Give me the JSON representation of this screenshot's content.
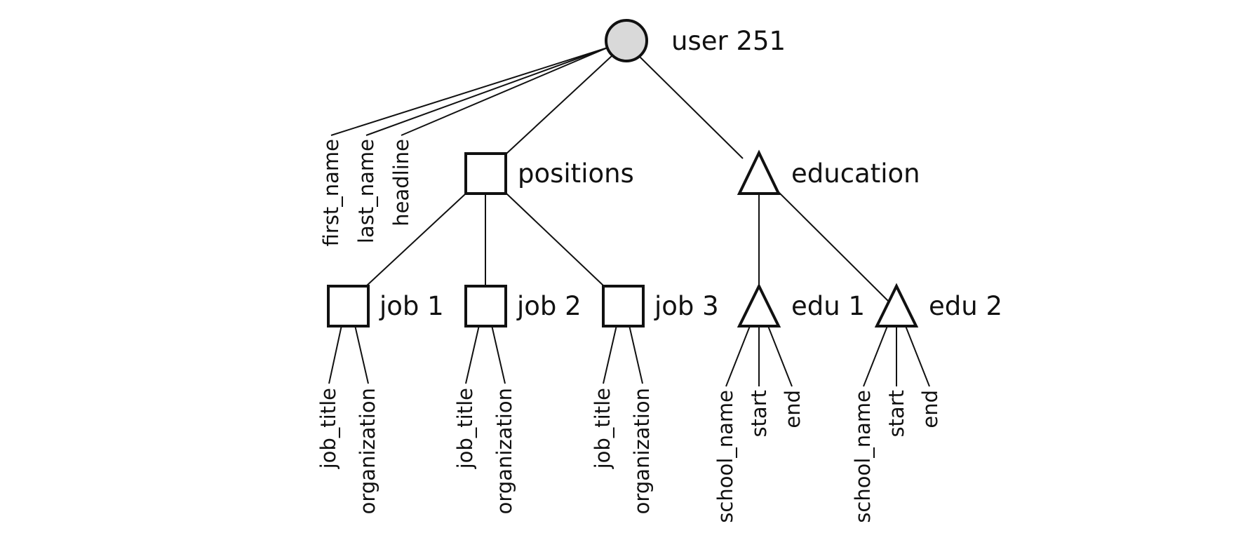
{
  "colors": {
    "stroke": "#111111",
    "root_fill": "#d9d9d9",
    "node_fill": "#ffffff",
    "background": "#ffffff"
  },
  "root": {
    "label": "user 251",
    "shape": "circle",
    "attributes": [
      "first_name",
      "last_name",
      "headline"
    ]
  },
  "positions": {
    "label": "positions",
    "shape": "square",
    "children": [
      {
        "label": "job 1",
        "shape": "square",
        "attributes": [
          "job_title",
          "organization"
        ]
      },
      {
        "label": "job 2",
        "shape": "square",
        "attributes": [
          "job_title",
          "organization"
        ]
      },
      {
        "label": "job 3",
        "shape": "square",
        "attributes": [
          "job_title",
          "organization"
        ]
      }
    ]
  },
  "education": {
    "label": "education",
    "shape": "triangle",
    "children": [
      {
        "label": "edu 1",
        "shape": "triangle",
        "attributes": [
          "school_name",
          "start",
          "end"
        ]
      },
      {
        "label": "edu 2",
        "shape": "triangle",
        "attributes": [
          "school_name",
          "start",
          "end"
        ]
      }
    ]
  }
}
